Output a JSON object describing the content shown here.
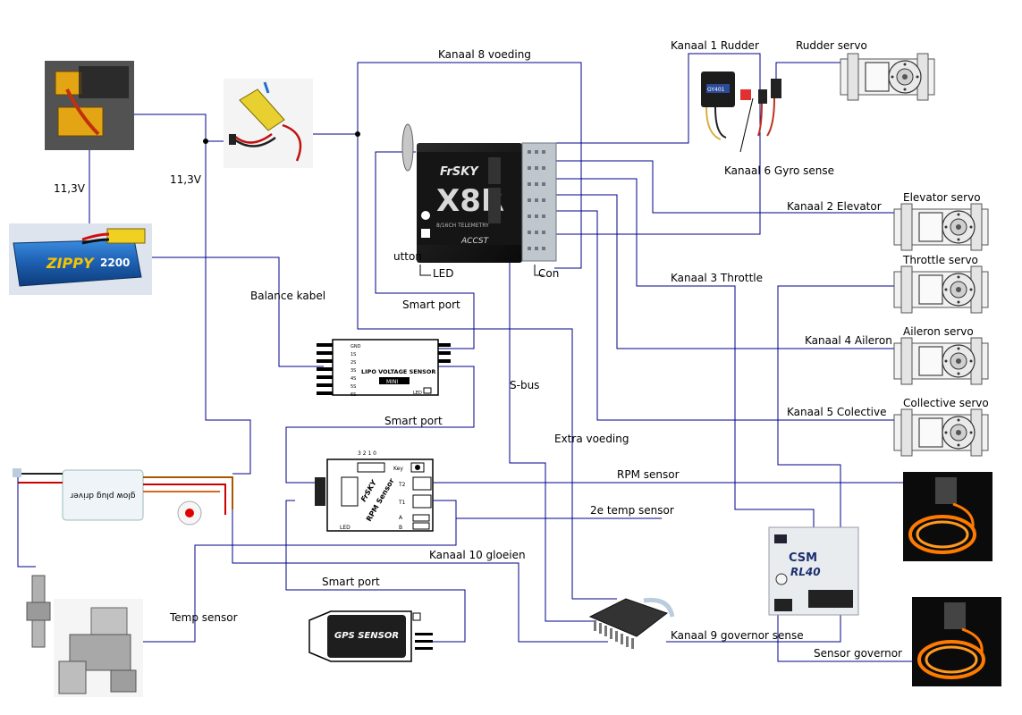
{
  "labels": {
    "kanaal8": "Kanaal 8 voeding",
    "kanaal1": "Kanaal 1 Rudder",
    "rudder_servo": "Rudder servo",
    "kanaal6": "Kanaal 6 Gyro sense",
    "kanaal2": "Kanaal 2 Elevator",
    "elevator_servo": "Elevator servo",
    "kanaal3": "Kanaal 3 Throttle",
    "throttle_servo": "Throttle servo",
    "kanaal4": "Kanaal 4 Aileron",
    "aileron_servo": "Aileron servo",
    "kanaal5": "Kanaal 5 Colective",
    "collective_servo": "Collective servo",
    "rpm_sensor": "RPM sensor",
    "temp2_sensor": "2e temp sensor",
    "kanaal10": "Kanaal 10 gloeien",
    "smart_port_1": "Smart port",
    "smart_port_2": "Smart port",
    "smart_port_3": "Smart port",
    "sbus": "S-bus",
    "extra_voeding": "Extra voeding",
    "balance_kabel": "Balance kabel",
    "volt1": "11,3V",
    "volt2": "11,3V",
    "temp_sensor": "Temp sensor",
    "kanaal9": "Kanaal 9 governor sense",
    "sensor_governor": "Sensor governor"
  },
  "devices": {
    "receiver": {
      "brand": "FrSKY",
      "model": "X8R",
      "sub": "8/16CH TELEMETRY",
      "tag": "ACCST",
      "fragment_button": "utton",
      "fragment_led": "LED",
      "fragment_conn": "Con"
    },
    "battery": {
      "brand": "ZIPPY",
      "capacity": "2200"
    },
    "lipo_sensor": {
      "title": "LIPO VOLTAGE SENSOR",
      "sub": "MINI",
      "pins": [
        "GND",
        "1S",
        "2S",
        "3S",
        "4S",
        "5S",
        "6S"
      ],
      "led": "LED"
    },
    "rpm_sensor": {
      "brand": "FrSKY",
      "title": "RPM Sensor",
      "key": "Key",
      "t2": "T2",
      "t1": "T1",
      "a": "A",
      "b": "B",
      "led": "LED",
      "nums": "3 2 1 0"
    },
    "gps_sensor": {
      "title": "GPS SENSOR"
    },
    "glow_driver": {
      "title": "glow plug driver"
    },
    "governor": {
      "brand": "CSM",
      "model": "RL40"
    },
    "gyro": {
      "model": "GY401"
    }
  },
  "colors": {
    "wire": "#00008b",
    "dark_wire": "#000000",
    "red_wire": "#cc0000",
    "orange_wire": "#d2691e",
    "servo_body": "#e6e6e6",
    "receiver_body": "#1a1a1a"
  }
}
